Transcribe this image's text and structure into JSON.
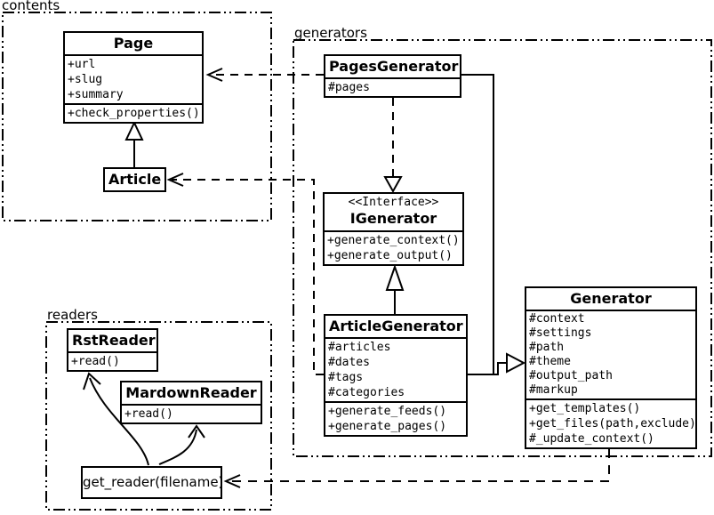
{
  "diagram": {
    "packages": {
      "contents": {
        "label": "contents"
      },
      "generators": {
        "label": "generators"
      },
      "readers": {
        "label": "readers"
      }
    },
    "classes": {
      "page": {
        "title": "Page",
        "attributes": [
          "+url",
          "+slug",
          "+summary"
        ],
        "methods": [
          "+check_properties()"
        ]
      },
      "article": {
        "title": "Article"
      },
      "pages_generator": {
        "title": "PagesGenerator",
        "attributes": [
          "#pages"
        ]
      },
      "igenerator": {
        "stereotype": "<<Interface>>",
        "title": "IGenerator",
        "methods": [
          "+generate_context()",
          "+generate_output()"
        ]
      },
      "article_generator": {
        "title": "ArticleGenerator",
        "attributes": [
          "#articles",
          "#dates",
          "#tags",
          "#categories"
        ],
        "methods": [
          "+generate_feeds()",
          "+generate_pages()"
        ]
      },
      "generator": {
        "title": "Generator",
        "attributes": [
          "#context",
          "#settings",
          "#path",
          "#theme",
          "#output_path",
          "#markup"
        ],
        "methods": [
          "+get_templates()",
          "+get_files(path,exclude)",
          "#_update_context()"
        ]
      },
      "rst_reader": {
        "title": "RstReader",
        "methods": [
          "+read()"
        ]
      },
      "mardown_reader": {
        "title": "MardownReader",
        "methods": [
          "+read()"
        ]
      },
      "get_reader": {
        "label": "get_reader(filename)"
      }
    },
    "colors": {
      "line": "#000000",
      "background": "#ffffff"
    }
  }
}
